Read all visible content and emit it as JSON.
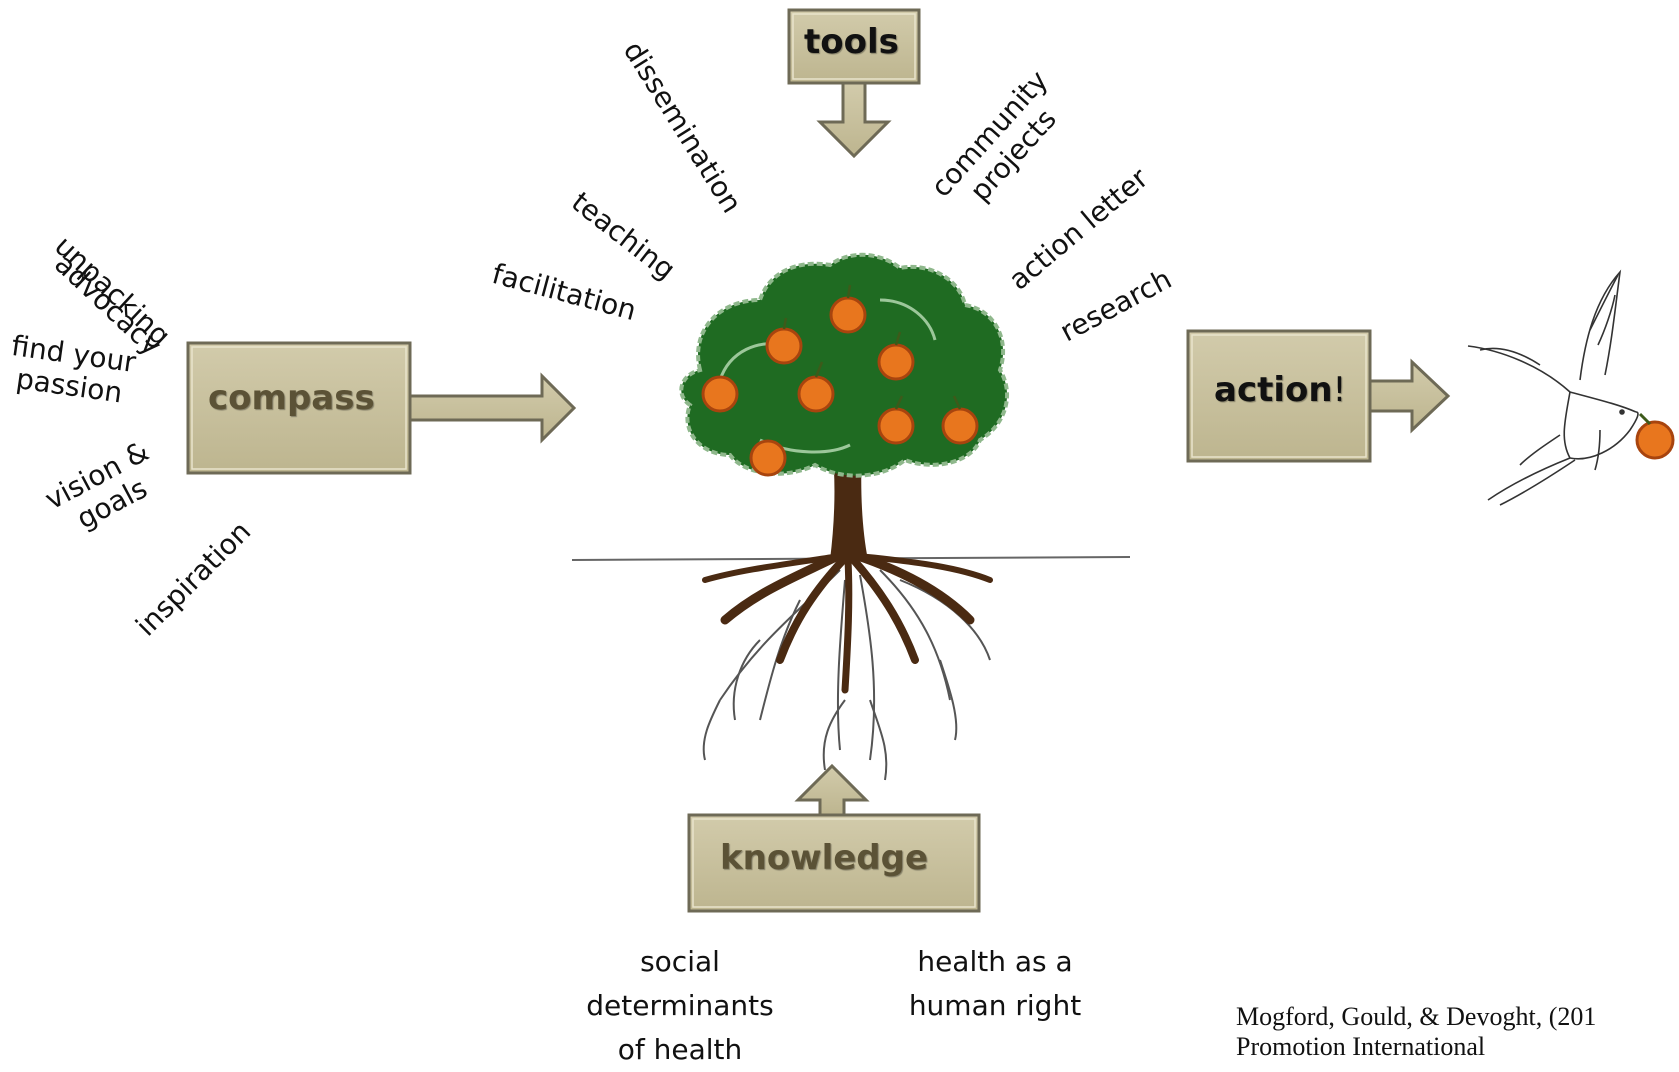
{
  "colors": {
    "box_fill": "#c6bf9b",
    "box_stroke": "#6e6a56",
    "box_text": "#5b5236",
    "foliage": "#1f6b22",
    "fruit": "#e8761e",
    "trunk": "#4a2a12"
  },
  "boxes": {
    "compass": "compass",
    "tools": "tools",
    "knowledge": "knowledge",
    "action": "action",
    "action_mark": "!"
  },
  "compass_labels": {
    "unpacking": "unpacking",
    "advocacy": "advocacy",
    "find_your": "find your",
    "passion": "passion",
    "vision": "vision &",
    "goals": "goals",
    "inspiration": "inspiration"
  },
  "tools_labels": {
    "dissemination": "dissemination",
    "teaching": "teaching",
    "facilitation": "facilitation",
    "community": "community",
    "projects": "projects",
    "action_letter": "action letter",
    "research": "research"
  },
  "knowledge_labels": {
    "sdoh_1": "social",
    "sdoh_2": "determinants",
    "sdoh_3": "of health",
    "right_1": "health as a",
    "right_2": "human right"
  },
  "citation": {
    "line1": "Mogford, Gould, & Devoght, (201",
    "line2": "Promotion International"
  }
}
